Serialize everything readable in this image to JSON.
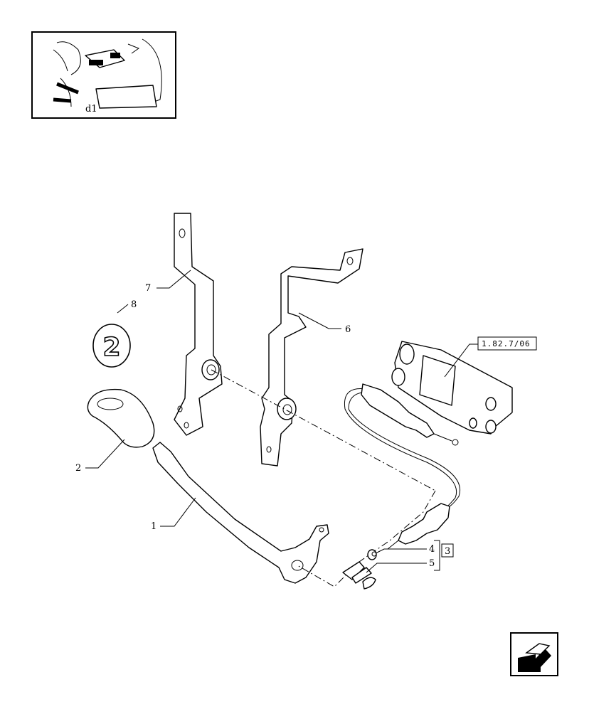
{
  "figure": {
    "callouts": [
      {
        "id": "1",
        "text": "1"
      },
      {
        "id": "2",
        "text": "2"
      },
      {
        "id": "3",
        "text": "3"
      },
      {
        "id": "4",
        "text": "4"
      },
      {
        "id": "5",
        "text": "5"
      },
      {
        "id": "6",
        "text": "6"
      },
      {
        "id": "7",
        "text": "7"
      },
      {
        "id": "8",
        "text": "8"
      }
    ],
    "badge_text": "2",
    "reference_box": "1.82.7/06",
    "thumbnail_text": "d1",
    "nav": {
      "icon": "back-arrow-icon"
    }
  }
}
